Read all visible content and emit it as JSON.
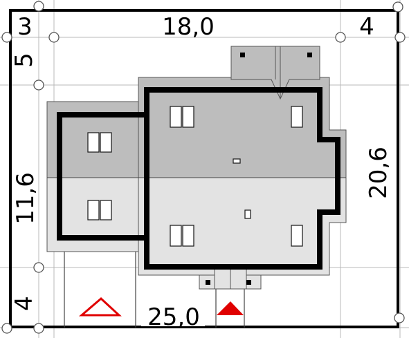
{
  "dimensions": {
    "top_left": "3",
    "top_main": "18,0",
    "top_right": "4",
    "left_top": "5",
    "left_middle": "11,6",
    "left_bottom": "4",
    "right_side": "20,6",
    "bottom": "25,0"
  },
  "colors": {
    "frame": "#000000",
    "grid_line": "#b8b8b8",
    "roof_dark": "#bdbdbd",
    "roof_light": "#e3e3e3",
    "wall": "#000000",
    "entrance_marker": "#e00000"
  }
}
